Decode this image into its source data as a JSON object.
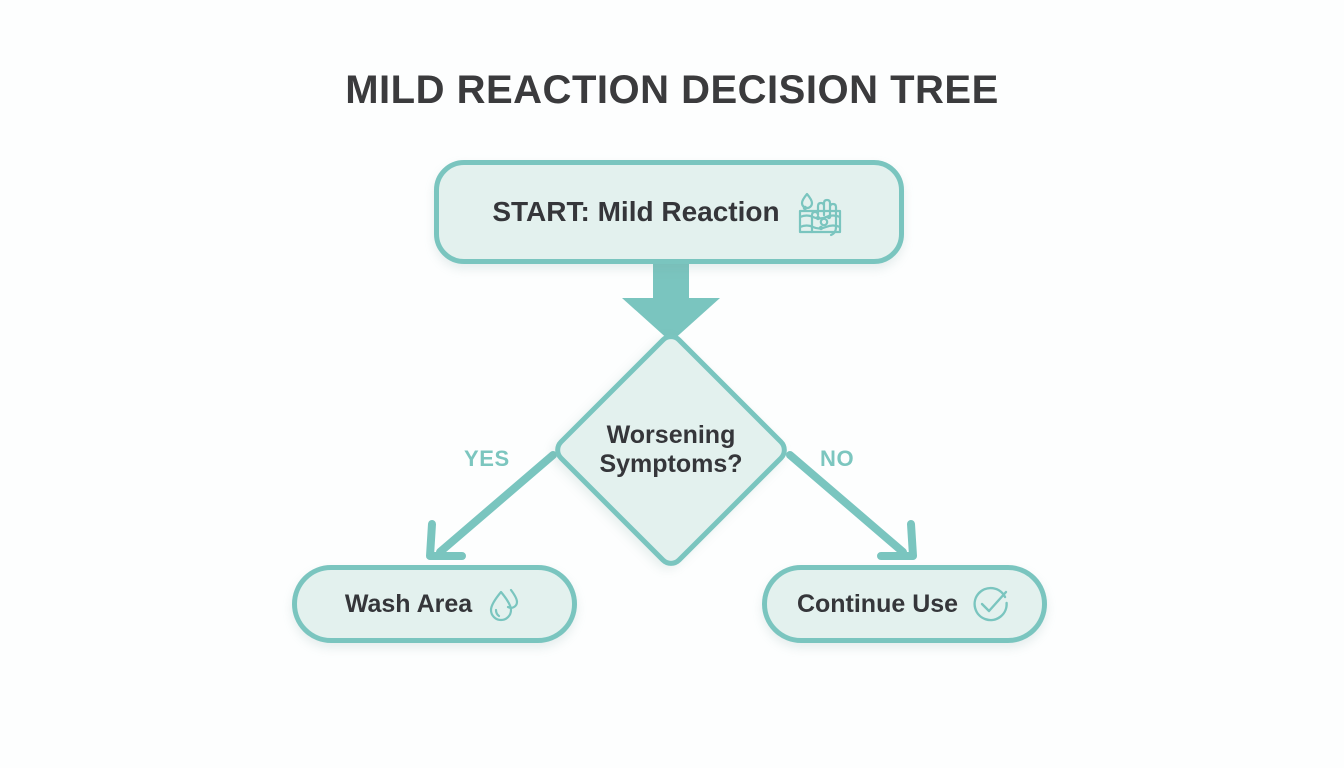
{
  "page": {
    "title": "MILD REACTION DECISION TREE",
    "background_color": "#fdfefe",
    "accent_color": "#7ac5bf",
    "node_fill_color": "#e3f1ee",
    "text_color": "#35363a"
  },
  "chart_data": {
    "type": "diagram",
    "diagram_kind": "decision-tree-flowchart",
    "title": "MILD REACTION DECISION TREE",
    "nodes": [
      {
        "id": "start",
        "shape": "rounded-rectangle",
        "label": "START: Mild Reaction",
        "icon": "hand-skin-reaction-icon"
      },
      {
        "id": "decision",
        "shape": "diamond",
        "label_line1": "Worsening",
        "label_line2": "Symptoms?",
        "label": "Worsening Symptoms?"
      },
      {
        "id": "wash",
        "shape": "pill",
        "label": "Wash Area",
        "icon": "water-droplet-icon"
      },
      {
        "id": "continue",
        "shape": "pill",
        "label": "Continue Use",
        "icon": "check-circle-icon"
      }
    ],
    "edges": [
      {
        "from": "start",
        "to": "decision",
        "label": "",
        "style": "thick-block-arrow"
      },
      {
        "from": "decision",
        "to": "wash",
        "label": "YES",
        "style": "thin-line-arrow"
      },
      {
        "from": "decision",
        "to": "continue",
        "label": "NO",
        "style": "thin-line-arrow"
      }
    ]
  },
  "nodes": {
    "start": {
      "label": "START: Mild Reaction"
    },
    "decision": {
      "line1": "Worsening",
      "line2": "Symptoms?"
    },
    "wash": {
      "label": "Wash Area"
    },
    "continue": {
      "label": "Continue Use"
    }
  },
  "branches": {
    "yes": "YES",
    "no": "NO"
  }
}
